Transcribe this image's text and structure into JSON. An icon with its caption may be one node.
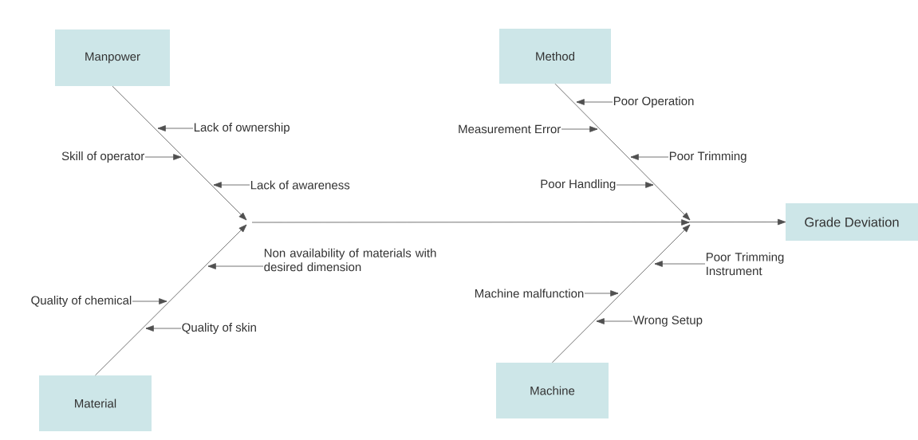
{
  "diagram": {
    "nodes": [
      {
        "text": [
          "Manpower"
        ]
      },
      {
        "text": [
          "Method"
        ]
      },
      {
        "text": [
          "Lack of ownership"
        ]
      },
      {
        "text": [
          "Skill of operator"
        ]
      },
      {
        "text": [
          "Poor Operation"
        ]
      },
      {
        "text": [
          "Measurement Error"
        ]
      },
      {
        "text": [
          "Poor Trimming"
        ]
      },
      {
        "text": [
          "Lack of awareness"
        ]
      },
      {
        "text": [
          "Poor Handling"
        ]
      },
      {
        "text": [
          "Grade Deviation"
        ]
      },
      {
        "text": [
          "Non availability of materials with desired dimension"
        ]
      },
      {
        "text": [
          "Poor Trimming Instrument"
        ]
      },
      {
        "text": [
          "Quality of chemical"
        ]
      },
      {
        "text": [
          "Machine malfunction"
        ]
      },
      {
        "text": [
          "Quality of skin"
        ]
      },
      {
        "text": [
          "Wrong Setup"
        ]
      },
      {
        "text": [
          "Material"
        ]
      },
      {
        "text": [
          "Machine"
        ]
      }
    ],
    "edges": [
      {
        "from": 0,
        "to": null,
        "arrow": "to"
      },
      {
        "from": 1,
        "to": null,
        "arrow": "to"
      },
      {
        "from": 16,
        "to": null,
        "arrow": "to"
      },
      {
        "from": 17,
        "to": null,
        "arrow": "to"
      },
      {
        "from": null,
        "to": 9,
        "arrow": "to"
      },
      {
        "from": 2,
        "to": null,
        "arrow": "to"
      },
      {
        "from": 3,
        "to": null,
        "arrow": "to"
      },
      {
        "from": 4,
        "to": null,
        "arrow": "to"
      },
      {
        "from": 5,
        "to": null,
        "arrow": "to"
      },
      {
        "from": 6,
        "to": null,
        "arrow": "to"
      },
      {
        "from": 7,
        "to": null,
        "arrow": "to"
      },
      {
        "from": 8,
        "to": null,
        "arrow": "to"
      },
      {
        "from": 10,
        "to": null,
        "arrow": "to"
      },
      {
        "from": 11,
        "to": null,
        "arrow": "to"
      },
      {
        "from": 12,
        "to": null,
        "arrow": "to"
      },
      {
        "from": 13,
        "to": null,
        "arrow": "to"
      },
      {
        "from": 14,
        "to": null,
        "arrow": "to"
      },
      {
        "from": 15,
        "to": null,
        "arrow": "to"
      }
    ]
  }
}
